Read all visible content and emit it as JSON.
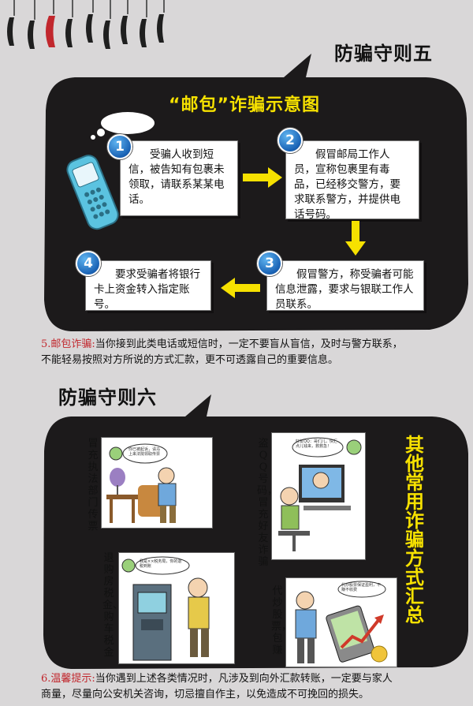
{
  "section5": {
    "heading": "防骗守则五",
    "diagram_title": "“邮包”诈骗示意图",
    "steps": [
      {
        "num": "1",
        "text": "受骗人收到短信，被告知有包裹未领取，请联系某某电话。"
      },
      {
        "num": "2",
        "text": "假冒邮局工作人员，宣称包裹里有毒品，已经移交警方，要求联系警方，并提供电话号码。"
      },
      {
        "num": "3",
        "text": "假冒警方，称受骗者可能信息泄露，要求与银联工作人员联系。"
      },
      {
        "num": "4",
        "text": "要求受骗者将银行卡上资金转入指定账号。"
      }
    ],
    "note_lead": "5.邮包诈骗:",
    "note_line1": "当你接到此类电话或短信时，一定不要盲从盲信，及时与警方联系，",
    "note_line2": "不能轻易按照对方所说的方式汇款，更不可透露自己的重要信息。"
  },
  "section6": {
    "heading": "防骗守则六",
    "side_title": "其他常用诈骗方式汇总",
    "scenes": [
      {
        "label": "冒充执法部门传票",
        "bubble": "你已被起诉，请马上来法院领取传票"
      },
      {
        "label": "盗QQ号码，冒充好友诈骗",
        "bubble": "好友QQ：哥们儿，快汇点儿钱来，救救急！"
      },
      {
        "label": "退购房税金、购车税金",
        "bubble": "我是××税务局，你的退税到账"
      },
      {
        "label": "代炒股票，包赚",
        "bubble": "代炒股票保证盈利，不赚不收费"
      }
    ],
    "note_lead": "6.温馨提示:",
    "note_line1": "当你遇到上述各类情况时，凡涉及到向外汇款转账，一定要与家人",
    "note_line2": "商量，尽量向公安机关咨询，切忌擅自作主，以免造成不可挽回的损失。"
  },
  "colors": {
    "background": "#d9d7d8",
    "panel": "#1c1a1b",
    "accent_red": "#c1272d",
    "arrow_yellow": "#f6e100",
    "badge_blue": "#1a63b5"
  }
}
